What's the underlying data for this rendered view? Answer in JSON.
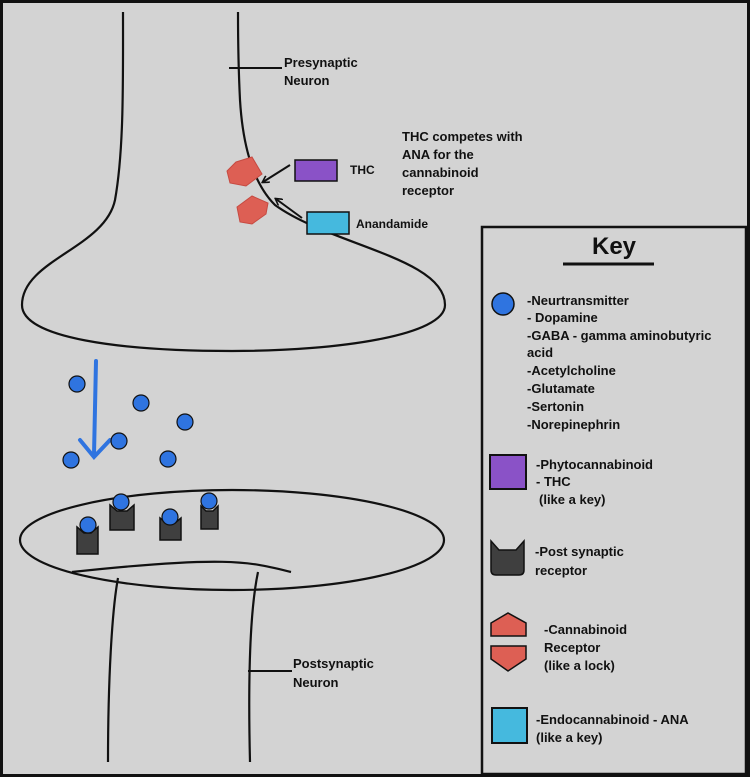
{
  "colors": {
    "background": "#d3d3d3",
    "neuron_fill": "#d3d3d3",
    "line": "#111111",
    "neurotransmitter": "#2f74e0",
    "thc": "#8a52c7",
    "anandamide": "#45b9de",
    "receptor": "#dd5f54",
    "post_receptor": "#3f3f3f",
    "arrow_blue": "#2f74e0"
  },
  "labels": {
    "presynaptic": [
      "Presynaptic",
      "Neuron"
    ],
    "postsynaptic": [
      "Postsynaptic",
      "Neuron"
    ],
    "thc": "THC",
    "anandamide": "Anandamide",
    "competes": [
      "THC competes with",
      "ANA for the",
      "cannabinoid",
      "receptor"
    ]
  },
  "key": {
    "title": "Key",
    "neurotransmitter": {
      "icon": "blue-circle",
      "lines": [
        "-Neurtransmitter",
        "- Dopamine",
        "-GABA - gamma aminobutyric",
        "acid",
        "-Acetylcholine",
        "-Glutamate",
        "-Sertonin",
        "-Norepinephrin"
      ]
    },
    "phytocannabinoid": {
      "icon": "purple-square",
      "lines": [
        "-Phytocannabinoid",
        "- THC",
        "(like a key)"
      ]
    },
    "post_receptor": {
      "icon": "dark-cup",
      "lines": [
        "-Post synaptic",
        "receptor"
      ]
    },
    "cannabinoid_receptor": {
      "icon": "red-hexagon-halves",
      "lines": [
        "-Cannabinoid",
        "Receptor",
        "(like a lock)"
      ]
    },
    "endocannabinoid": {
      "icon": "cyan-square",
      "lines": [
        "-Endocannabinoid - ANA",
        "(like a key)"
      ]
    }
  }
}
